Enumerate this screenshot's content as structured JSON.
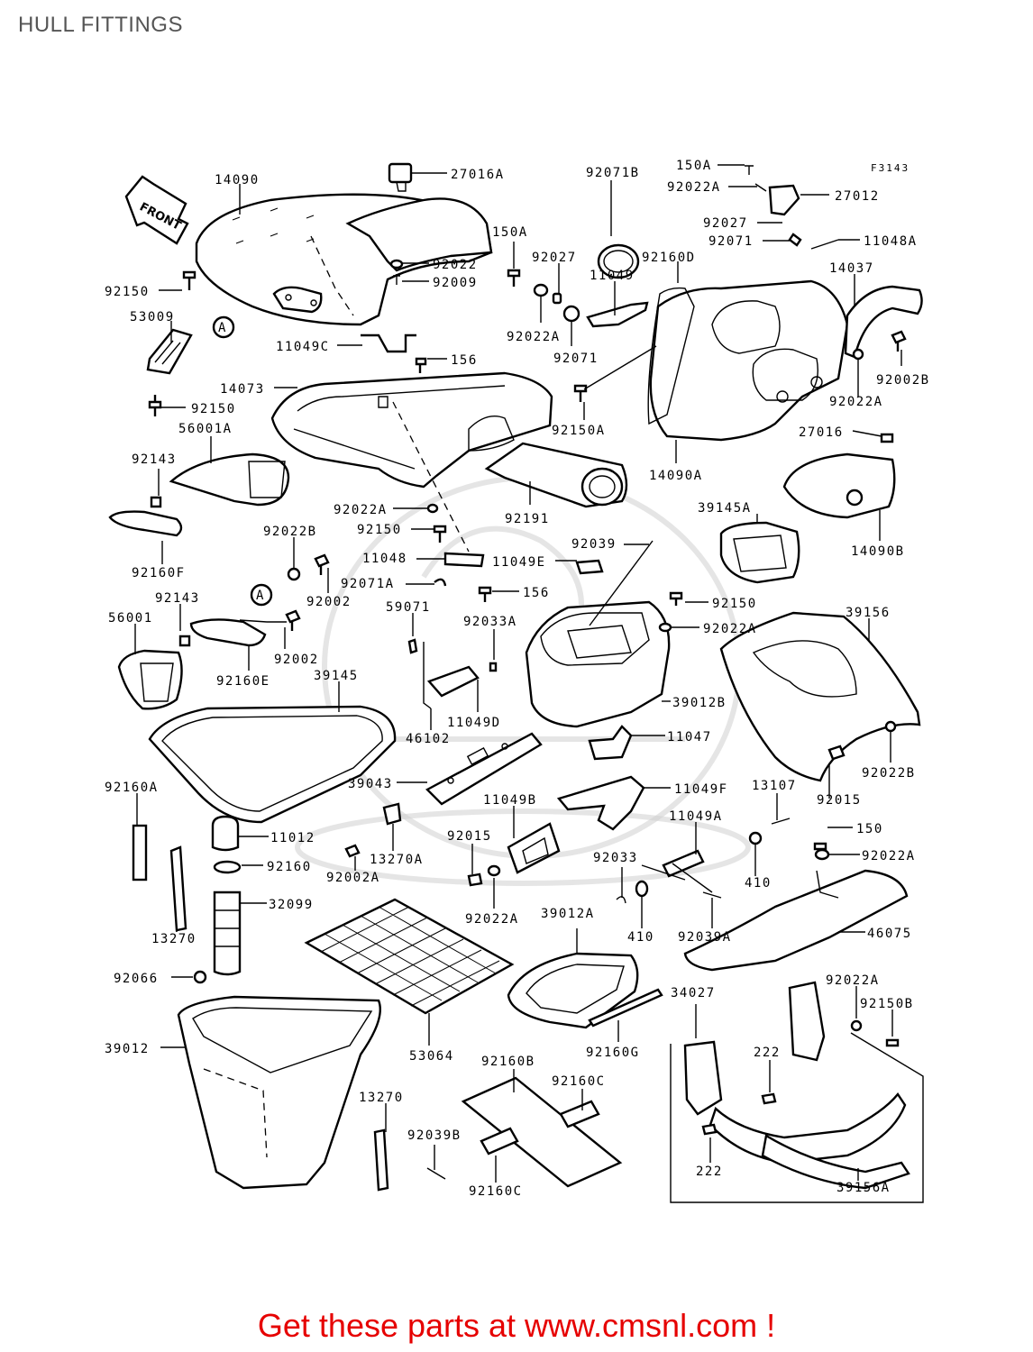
{
  "title": "HULL FITTINGS",
  "figure_code": "F3143",
  "front_label": "FRONT",
  "ref_marker": "A",
  "footer": "Get these parts at www.cmsnl.com !",
  "colors": {
    "title": "#555555",
    "footer": "#e60000",
    "lines": "#000000"
  },
  "parts": [
    "14090",
    "27016A",
    "92071B",
    "150A",
    "92022A",
    "27012",
    "92027",
    "92071",
    "11048A",
    "92150",
    "53009",
    "11049C",
    "92022",
    "92009",
    "156",
    "150A",
    "92027",
    "11049",
    "92160D",
    "14037",
    "92022A",
    "92071",
    "92002B",
    "92022A",
    "14073",
    "92150",
    "92150A",
    "56001A",
    "27016",
    "14090A",
    "92143",
    "92022A",
    "92191",
    "92150",
    "39145A",
    "92160F",
    "92022B",
    "11048",
    "11049E",
    "92039",
    "14090B",
    "92002",
    "92071A",
    "156",
    "92150",
    "92143",
    "59071",
    "92033A",
    "92022A",
    "39156",
    "56001",
    "92002",
    "92160E",
    "39145",
    "39012B",
    "11049D",
    "46102",
    "11047",
    "92022B",
    "39043",
    "92160A",
    "11049B",
    "11049F",
    "13107",
    "92015",
    "11012",
    "13270A",
    "11049A",
    "150",
    "92160",
    "92002A",
    "92015",
    "92033",
    "92022A",
    "32099",
    "410",
    "92022A",
    "410",
    "13270",
    "39012A",
    "92039A",
    "46075",
    "92066",
    "92022A",
    "34027",
    "92150B",
    "39012",
    "53064",
    "92160G",
    "222",
    "92160B",
    "92160C",
    "13270",
    "92039B",
    "222",
    "92160C",
    "39156A"
  ]
}
